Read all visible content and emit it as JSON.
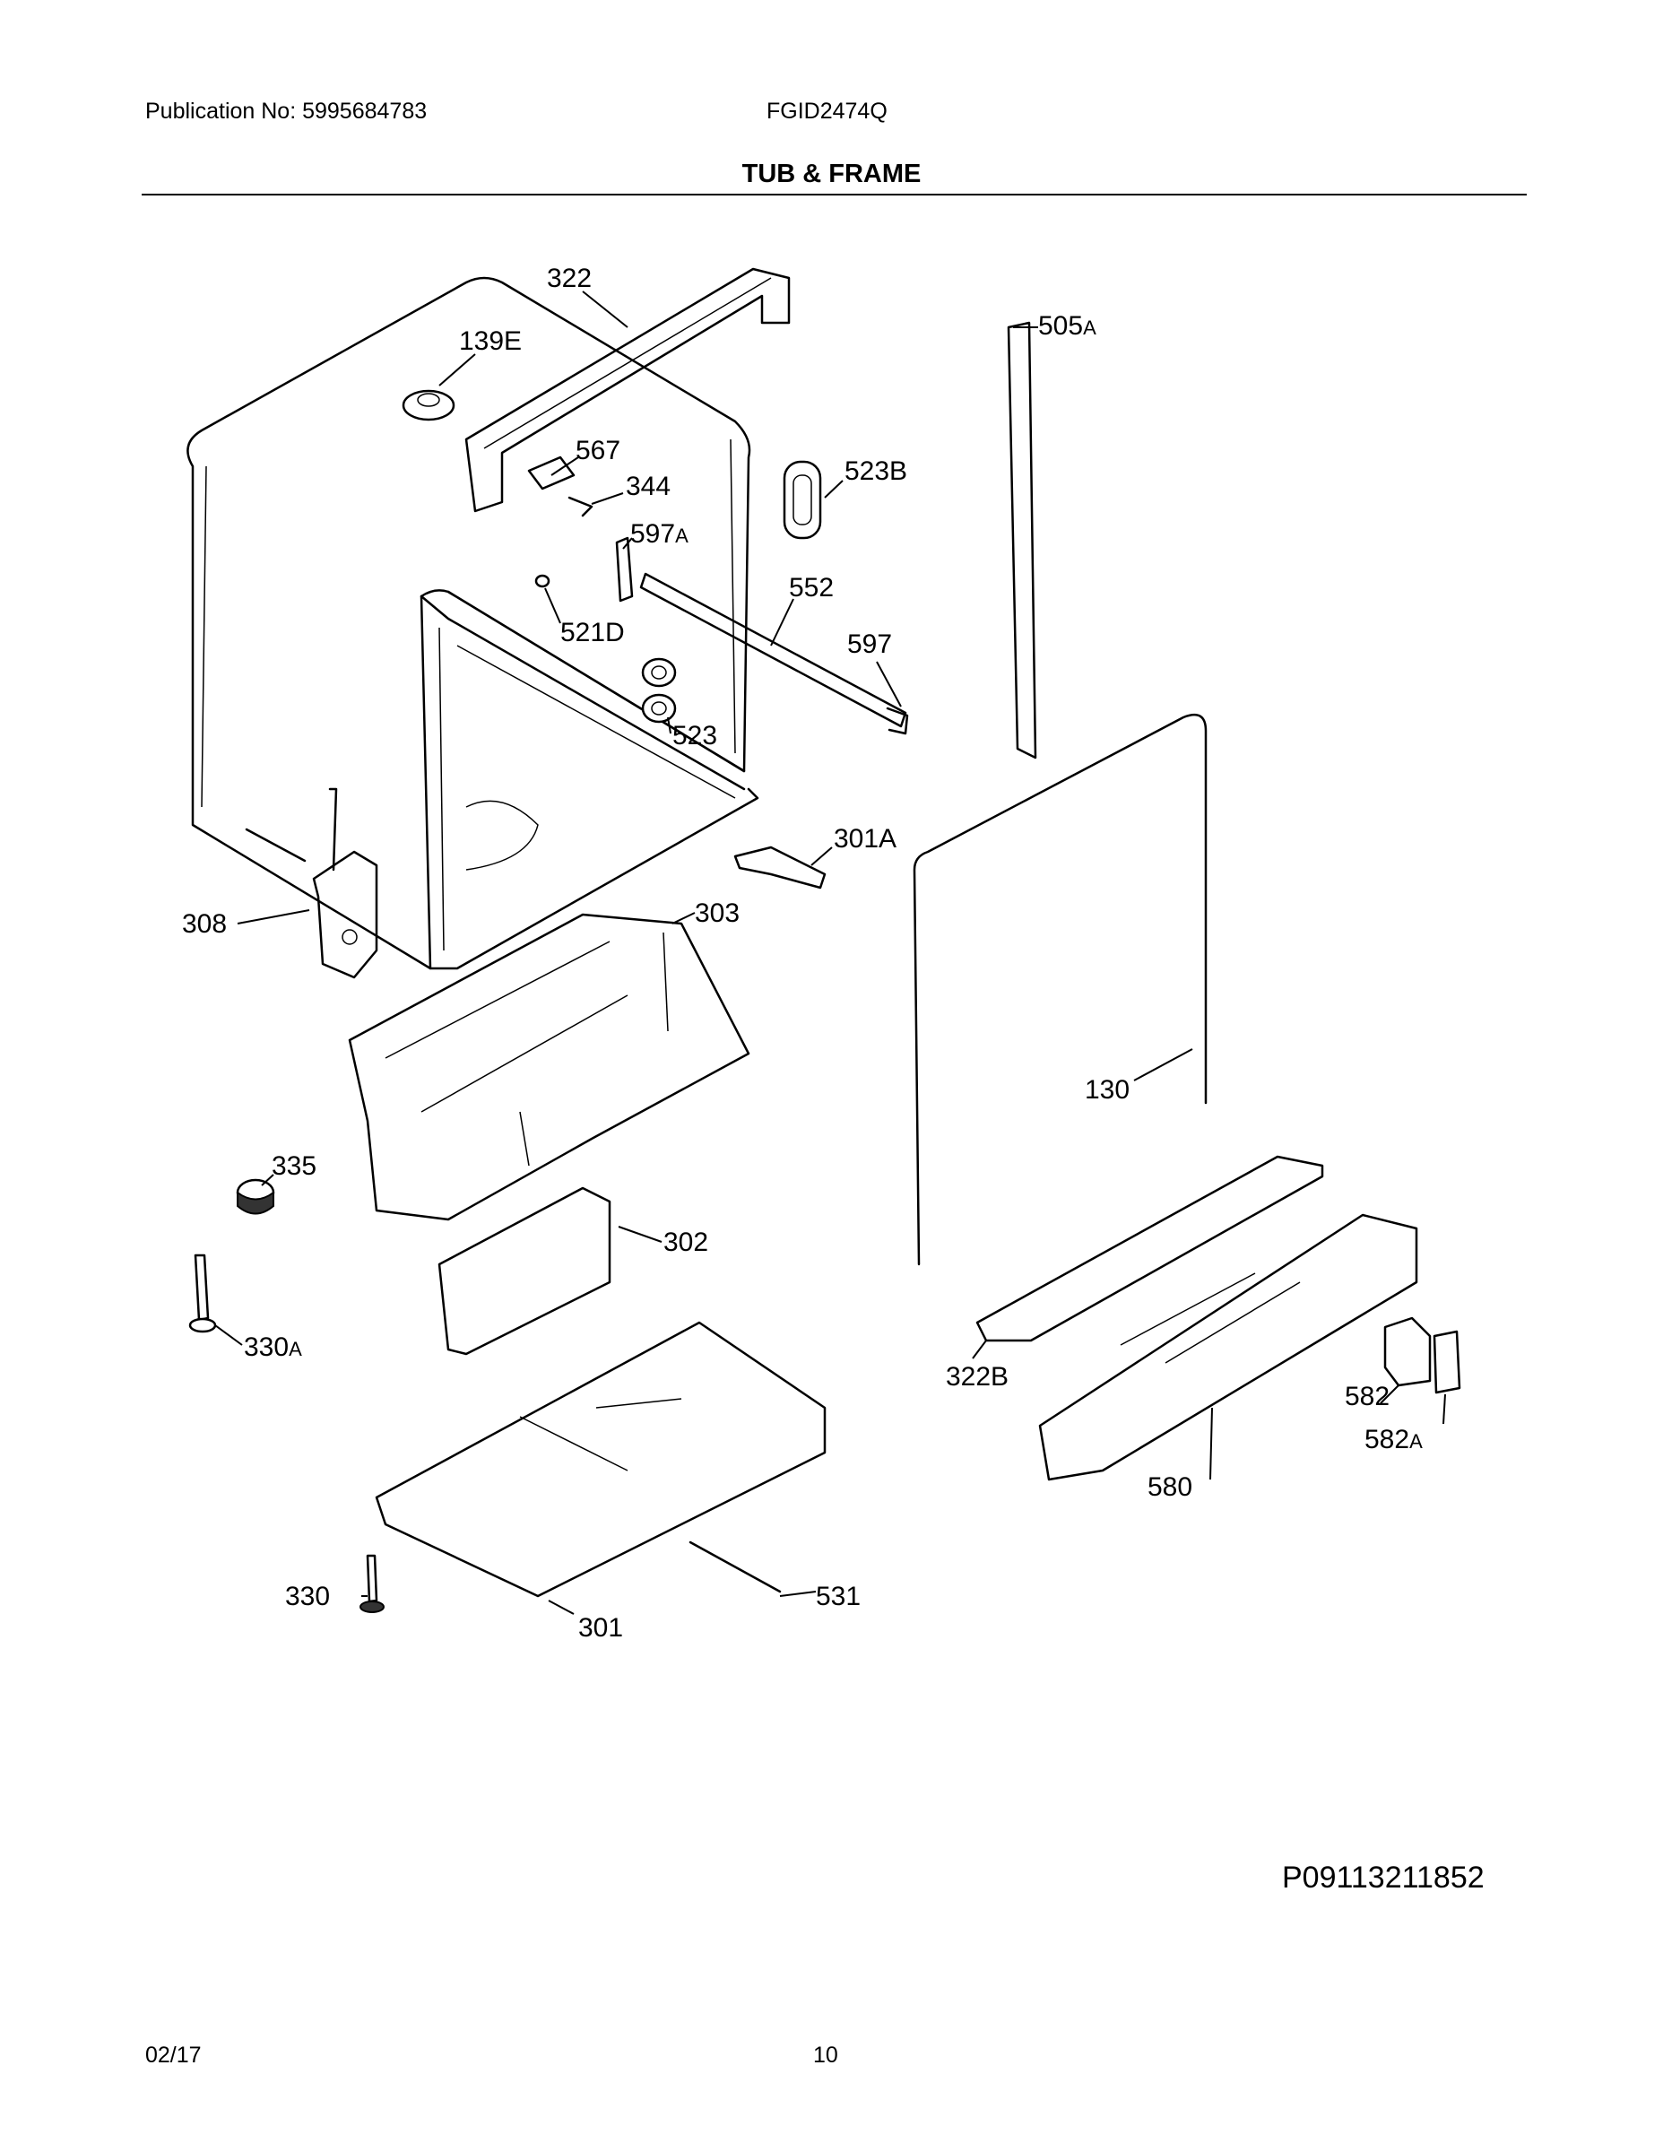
{
  "header": {
    "publication": "Publication No: 5995684783",
    "model": "FGID2474Q"
  },
  "title": "TUB & FRAME",
  "callouts": [
    {
      "id": "322",
      "text": "322"
    },
    {
      "id": "139E",
      "text": "139E"
    },
    {
      "id": "567",
      "text": "567"
    },
    {
      "id": "344",
      "text": "344"
    },
    {
      "id": "597A",
      "text": "597",
      "suffix": "A"
    },
    {
      "id": "521D",
      "text": "521D"
    },
    {
      "id": "552",
      "text": "552"
    },
    {
      "id": "597",
      "text": "597"
    },
    {
      "id": "523",
      "text": "523"
    },
    {
      "id": "523B",
      "text": "523B"
    },
    {
      "id": "505A",
      "text": "505",
      "suffix": "A"
    },
    {
      "id": "301A",
      "text": "301A"
    },
    {
      "id": "303",
      "text": "303"
    },
    {
      "id": "308",
      "text": "308"
    },
    {
      "id": "130",
      "text": "130"
    },
    {
      "id": "335",
      "text": "335"
    },
    {
      "id": "302",
      "text": "302"
    },
    {
      "id": "330A",
      "text": "330",
      "suffix": "A"
    },
    {
      "id": "322B",
      "text": "322B"
    },
    {
      "id": "582",
      "text": "582"
    },
    {
      "id": "582A",
      "text": "582",
      "suffix": "A"
    },
    {
      "id": "580",
      "text": "580"
    },
    {
      "id": "330",
      "text": "330"
    },
    {
      "id": "531",
      "text": "531"
    },
    {
      "id": "301",
      "text": "301"
    }
  ],
  "image_code": "P09113211852",
  "footer": {
    "date": "02/17",
    "page": "10"
  }
}
